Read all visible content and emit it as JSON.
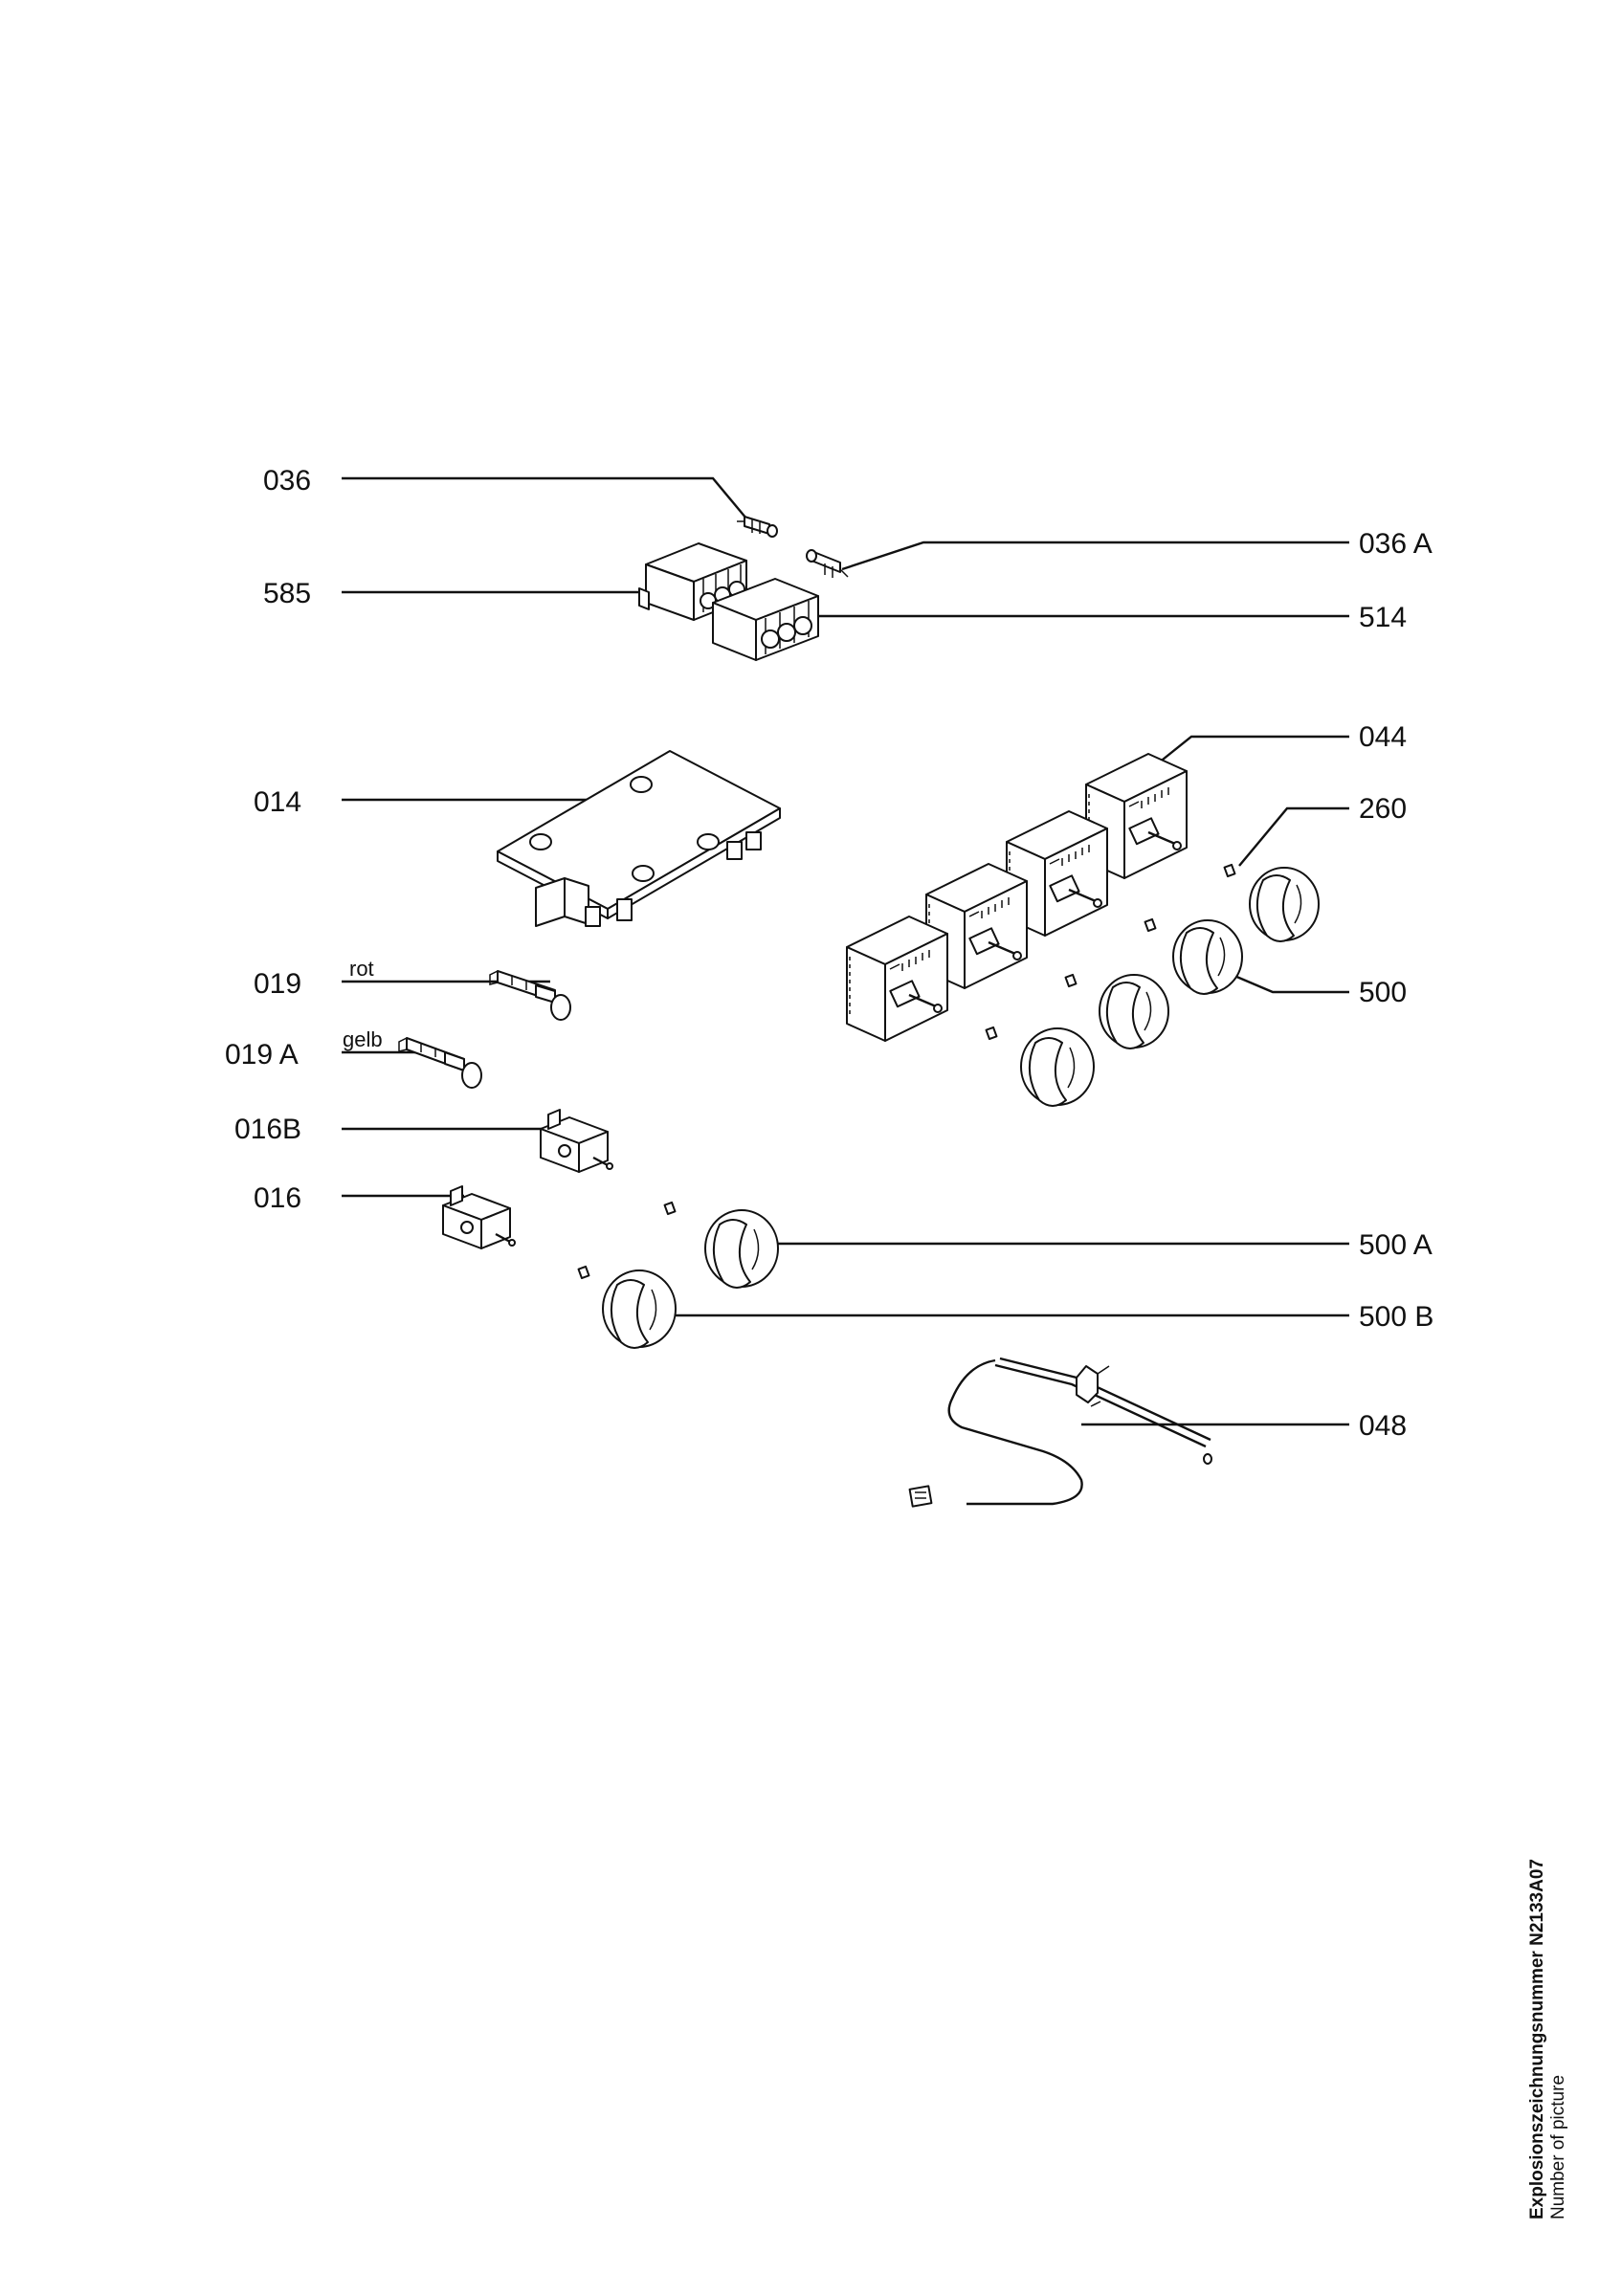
{
  "labels": {
    "p036": "036",
    "p036a": "036 A",
    "p585": "585",
    "p514": "514",
    "p044": "044",
    "p014": "014",
    "p260": "260",
    "p019": "019",
    "p019a": "019 A",
    "p500": "500",
    "p016b": "016B",
    "p016": "016",
    "p500a": "500 A",
    "p500b": "500 B",
    "p048": "048"
  },
  "wire_colors": {
    "rot": "rot",
    "gelb": "gelb"
  },
  "side_note": {
    "title": "Explosionszeichnungsnummer N2133A07",
    "subtitle": "Number of picture"
  }
}
